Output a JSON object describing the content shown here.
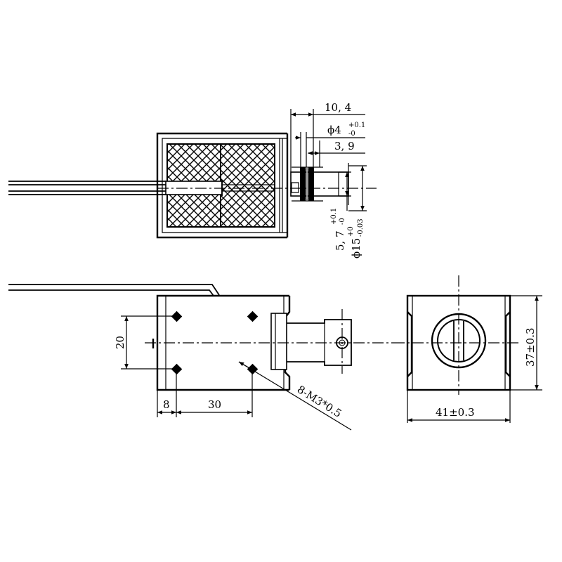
{
  "dimensions": {
    "top_view": {
      "width_10_4": "10, 4",
      "phi4": {
        "main": "ϕ4",
        "tol_upper": "+0.1",
        "tol_lower": "-0"
      },
      "len_3_9": "3, 9",
      "len_5_7": {
        "main": "5, 7",
        "tol_upper": "+0.1",
        "tol_lower": "-0"
      },
      "phi15": {
        "main": "ϕ15",
        "tol_upper": "+0",
        "tol_lower": "-0.03"
      }
    },
    "front_view": {
      "height_20": "20",
      "offset_8": "8",
      "spacing_30": "30",
      "thread": "8-M3*0.5"
    },
    "end_view": {
      "width_41": "41±0.3",
      "height_37": "37±0.3"
    }
  }
}
